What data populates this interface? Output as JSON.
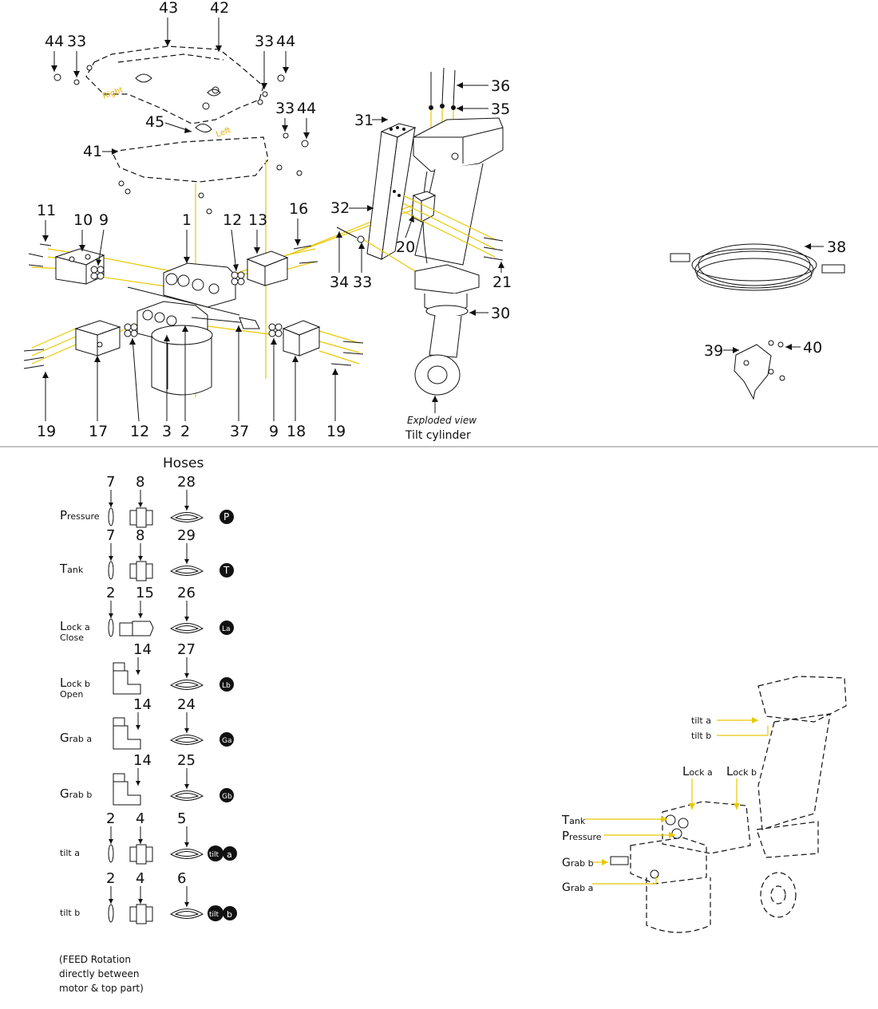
{
  "callouts": {
    "c43": "43",
    "c42": "42",
    "c44a": "44",
    "c33a": "33",
    "c33b": "33",
    "c44b": "44",
    "c33c": "33",
    "c44c": "44",
    "c45": "45",
    "c41": "41",
    "c11": "11",
    "c10": "10",
    "c9a": "9",
    "c1": "1",
    "c12a": "12",
    "c13": "13",
    "c16": "16",
    "c19a": "19",
    "c17": "17",
    "c12b": "12",
    "c3": "3",
    "c2": "2",
    "c37": "37",
    "c9b": "9",
    "c18": "18",
    "c19b": "19",
    "c36": "36",
    "c35": "35",
    "c31": "31",
    "c32": "32",
    "c20": "20",
    "c34": "34",
    "c33d": "33",
    "c21": "21",
    "c30": "30",
    "c38": "38",
    "c39": "39",
    "c40": "40"
  },
  "labels": {
    "right": "Right",
    "left": "Left",
    "exploded": "Exploded view",
    "tilt_cylinder": "Tilt cylinder"
  },
  "hoses": {
    "title": "Hoses",
    "rows": [
      {
        "big": "P",
        "small": "ressure",
        "sub": "",
        "n1": "7",
        "n2": "8",
        "n3": "28",
        "badge": "P",
        "badge2": ""
      },
      {
        "big": "T",
        "small": "ank",
        "sub": "",
        "n1": "7",
        "n2": "8",
        "n3": "29",
        "badge": "T",
        "badge2": ""
      },
      {
        "big": "L",
        "small": "ock a",
        "sub": "Close",
        "n1": "2",
        "n2": "15",
        "n3": "26",
        "badge": "La",
        "badge2": ""
      },
      {
        "big": "L",
        "small": "ock b",
        "sub": "Open",
        "n1": "",
        "n2": "14",
        "n3": "27",
        "badge": "Lb",
        "badge2": ""
      },
      {
        "big": "G",
        "small": "rab a",
        "sub": "",
        "n1": "",
        "n2": "14",
        "n3": "24",
        "badge": "Ga",
        "badge2": ""
      },
      {
        "big": "G",
        "small": "rab b",
        "sub": "",
        "n1": "",
        "n2": "14",
        "n3": "25",
        "badge": "Gb",
        "badge2": ""
      },
      {
        "big": "",
        "small": "tilt a",
        "sub": "",
        "n1": "2",
        "n2": "4",
        "n3": "5",
        "badge": "tilt",
        "badge2": "a"
      },
      {
        "big": "",
        "small": "tilt b",
        "sub": "",
        "n1": "2",
        "n2": "4",
        "n3": "6",
        "badge": "tilt",
        "badge2": "b"
      }
    ],
    "note": [
      "(FEED Rotation",
      "directly between",
      "motor & top part)"
    ]
  },
  "assembly": {
    "tilt_a": "tilt a",
    "tilt_b": "tilt b",
    "lock_a_big": "L",
    "lock_a_small": "ock a",
    "lock_b_big": "L",
    "lock_b_small": "ock b",
    "tank_big": "T",
    "tank_small": "ank",
    "pressure_big": "P",
    "pressure_small": "ressure",
    "grab_b_big": "G",
    "grab_b_small": "rab b",
    "grab_a_big": "G",
    "grab_a_small": "rab a"
  }
}
